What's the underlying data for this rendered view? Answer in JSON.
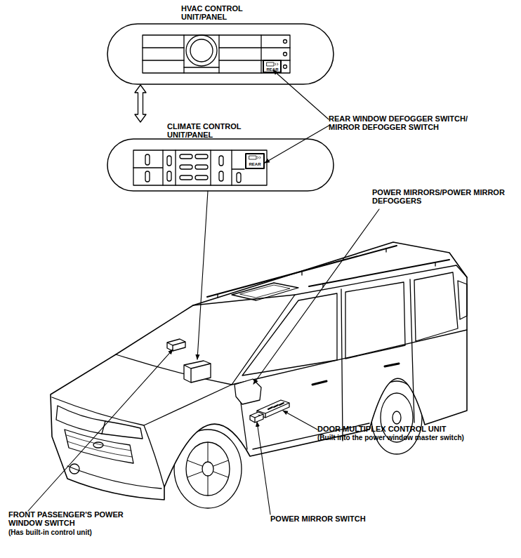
{
  "diagram": {
    "nodes": [
      {
        "text": [
          "HVAC CONTROL UNIT/PANEL"
        ]
      },
      {
        "text": [
          "CLIMATE CONTROL UNIT/PANEL"
        ]
      }
    ],
    "edges": [
      {
        "from": 0,
        "to": 1,
        "arrow": "both"
      }
    ],
    "labels": [
      "REAR",
      "REAR",
      "REAR WINDOW DEFOGGER SWITCH/ MIRROR DEFOGGER SWITCH",
      "POWER MIRRORS/POWER MIRROR DEFOGGERS",
      "DOOR MULTIPLEX CONTROL UNIT",
      "(Built into the power window master switch)",
      "FRONT PASSENGER'S POWER WINDOW SWITCH",
      "(Has built-in control unit)",
      "POWER MIRROR SWITCH"
    ]
  }
}
